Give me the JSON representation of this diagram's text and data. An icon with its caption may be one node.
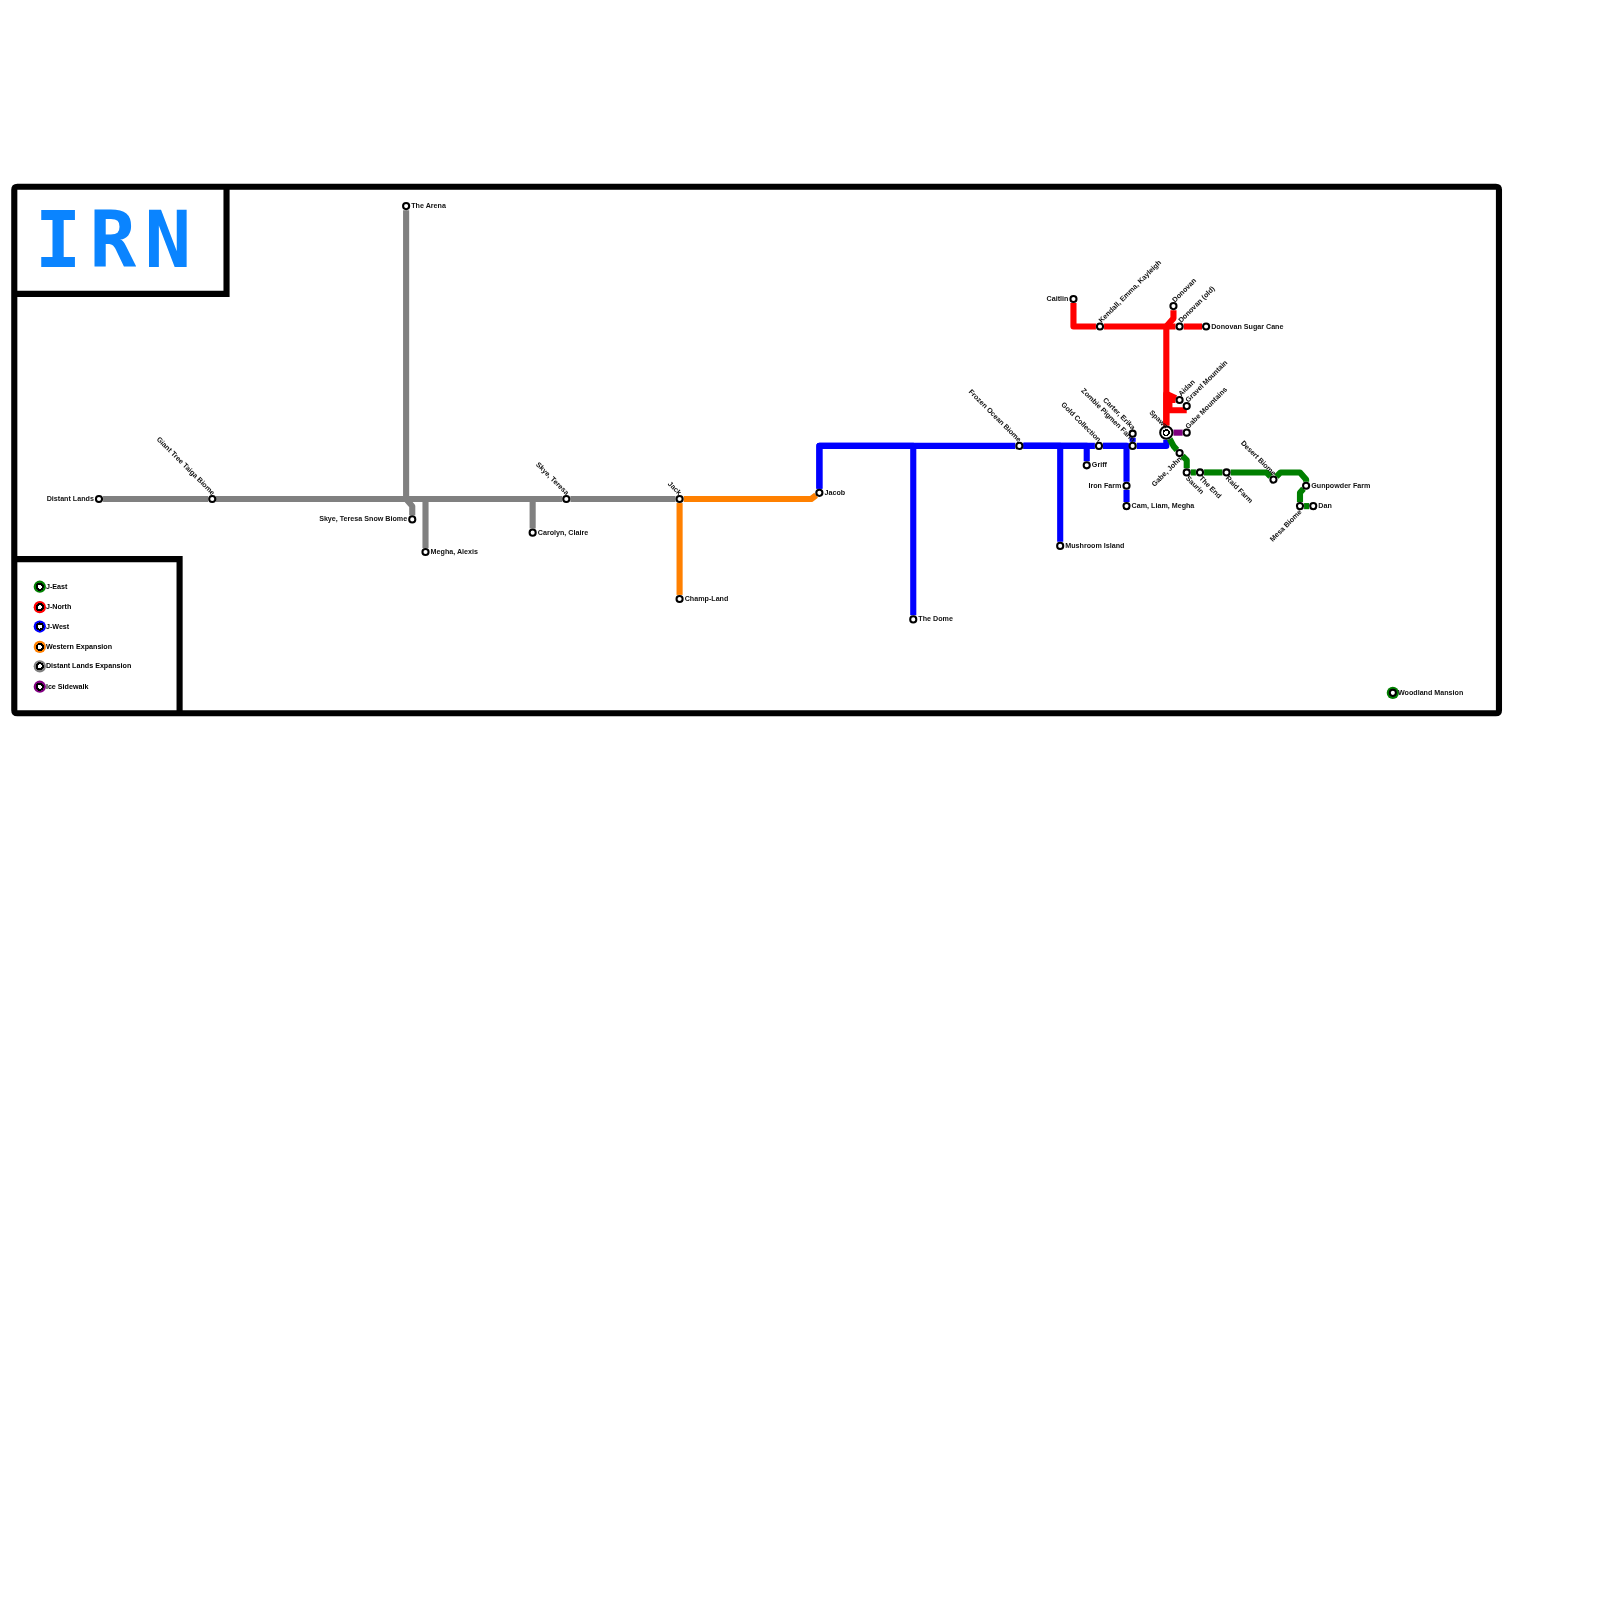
{
  "diagram": {
    "title": "IRN",
    "nodes": [
      {
        "text": [
          "Distant Lands"
        ]
      },
      {
        "text": [
          "Giant Tree Taiga Biome"
        ]
      },
      {
        "text": [
          "The Arena"
        ]
      },
      {
        "text": [
          "Skye, Teresa Snow Biome"
        ]
      },
      {
        "text": [
          "Megha, Alexis"
        ]
      },
      {
        "text": [
          "Carolyn, Claire"
        ]
      },
      {
        "text": [
          "Skye, Teresa"
        ]
      },
      {
        "text": [
          "Jack"
        ]
      },
      {
        "text": [
          "Champ-Land"
        ]
      },
      {
        "text": [
          "Jacob"
        ]
      },
      {
        "text": [
          "The Dome"
        ]
      },
      {
        "text": [
          "Frozen Ocean Biome"
        ]
      },
      {
        "text": [
          "Mushroom Island"
        ]
      },
      {
        "text": [
          "Griff"
        ]
      },
      {
        "text": [
          "Gold Collection"
        ]
      },
      {
        "text": [
          "Iron Farm"
        ]
      },
      {
        "text": [
          "Cam, Liam, Megha"
        ]
      },
      {
        "text": [
          "Zombie Pigmen Farm"
        ]
      },
      {
        "text": [
          "Carter, Erika"
        ]
      },
      {
        "text": [
          "Spawn"
        ]
      },
      {
        "text": [
          "Gabe Mountains"
        ]
      },
      {
        "text": [
          "Caitlin"
        ]
      },
      {
        "text": [
          "Kendall, Emma, Kayleigh"
        ]
      },
      {
        "text": [
          "Donovan"
        ]
      },
      {
        "text": [
          "Donovan (old)"
        ]
      },
      {
        "text": [
          "Donovan Sugar Cane"
        ]
      },
      {
        "text": [
          "Aidan"
        ]
      },
      {
        "text": [
          "Gravel Mountain"
        ]
      },
      {
        "text": [
          "Gabe, John"
        ]
      },
      {
        "text": [
          "Saurin"
        ]
      },
      {
        "text": [
          "The End"
        ]
      },
      {
        "text": [
          "Raid Farm"
        ]
      },
      {
        "text": [
          "Desert Biome"
        ]
      },
      {
        "text": [
          "Gunpowder Farm"
        ]
      },
      {
        "text": [
          "Mesa Biome"
        ]
      },
      {
        "text": [
          "Dan"
        ]
      },
      {
        "text": [
          "Woodland Mansion"
        ]
      }
    ],
    "edges": [
      {
        "from": 0,
        "to": 1,
        "arrow": "none",
        "color": "#808080"
      },
      {
        "from": 1,
        "to": 6,
        "arrow": "none",
        "color": "#808080"
      },
      {
        "from": 6,
        "to": 7,
        "arrow": "none",
        "color": "#808080"
      },
      {
        "from": 1,
        "to": 2,
        "arrow": "none",
        "color": "#808080"
      },
      {
        "from": 1,
        "to": 3,
        "arrow": "none",
        "color": "#808080"
      },
      {
        "from": 1,
        "to": 4,
        "arrow": "none",
        "color": "#808080"
      },
      {
        "from": 1,
        "to": 5,
        "arrow": "none",
        "color": "#808080"
      },
      {
        "from": 7,
        "to": 8,
        "arrow": "none",
        "color": "#ff8000"
      },
      {
        "from": 7,
        "to": 9,
        "arrow": "none",
        "color": "#ff8000"
      },
      {
        "from": 9,
        "to": 11,
        "arrow": "none",
        "color": "#0000ff"
      },
      {
        "from": 9,
        "to": 10,
        "arrow": "none",
        "color": "#0000ff"
      },
      {
        "from": 11,
        "to": 12,
        "arrow": "none",
        "color": "#0000ff"
      },
      {
        "from": 11,
        "to": 13,
        "arrow": "none",
        "color": "#0000ff"
      },
      {
        "from": 11,
        "to": 14,
        "arrow": "none",
        "color": "#0000ff"
      },
      {
        "from": 14,
        "to": 15,
        "arrow": "none",
        "color": "#0000ff"
      },
      {
        "from": 15,
        "to": 16,
        "arrow": "none",
        "color": "#0000ff"
      },
      {
        "from": 14,
        "to": 17,
        "arrow": "none",
        "color": "#0000ff"
      },
      {
        "from": 17,
        "to": 18,
        "arrow": "none",
        "color": "#0000ff"
      },
      {
        "from": 17,
        "to": 19,
        "arrow": "none",
        "color": "#0000ff"
      },
      {
        "from": 21,
        "to": 22,
        "arrow": "none",
        "color": "#ff0000"
      },
      {
        "from": 22,
        "to": 24,
        "arrow": "none",
        "color": "#ff0000"
      },
      {
        "from": 24,
        "to": 25,
        "arrow": "none",
        "color": "#ff0000"
      },
      {
        "from": 19,
        "to": 23,
        "arrow": "none",
        "color": "#ff0000"
      },
      {
        "from": 19,
        "to": 26,
        "arrow": "none",
        "color": "#ff0000"
      },
      {
        "from": 26,
        "to": 27,
        "arrow": "none",
        "color": "#ff0000"
      },
      {
        "from": 19,
        "to": 20,
        "arrow": "none",
        "color": "#800080"
      },
      {
        "from": 19,
        "to": 28,
        "arrow": "none",
        "color": "#007f00"
      },
      {
        "from": 28,
        "to": 29,
        "arrow": "none",
        "color": "#007f00"
      },
      {
        "from": 29,
        "to": 30,
        "arrow": "none",
        "color": "#007f00"
      },
      {
        "from": 30,
        "to": 31,
        "arrow": "none",
        "color": "#007f00"
      },
      {
        "from": 31,
        "to": 32,
        "arrow": "none",
        "color": "#007f00"
      },
      {
        "from": 32,
        "to": 33,
        "arrow": "none",
        "color": "#007f00"
      },
      {
        "from": 33,
        "to": 34,
        "arrow": "none",
        "color": "#007f00"
      },
      {
        "from": 34,
        "to": 35,
        "arrow": "none",
        "color": "#007f00"
      }
    ],
    "legend": [
      {
        "text": "J-East",
        "color": "#007f00"
      },
      {
        "text": "J-North",
        "color": "#ff0000"
      },
      {
        "text": "J-West",
        "color": "#0000ff"
      },
      {
        "text": "Western Expansion",
        "color": "#ff8000"
      },
      {
        "text": "Distant Lands Expansion",
        "color": "#808080"
      },
      {
        "text": "Ice Sidewalk",
        "color": "#800080"
      }
    ]
  }
}
